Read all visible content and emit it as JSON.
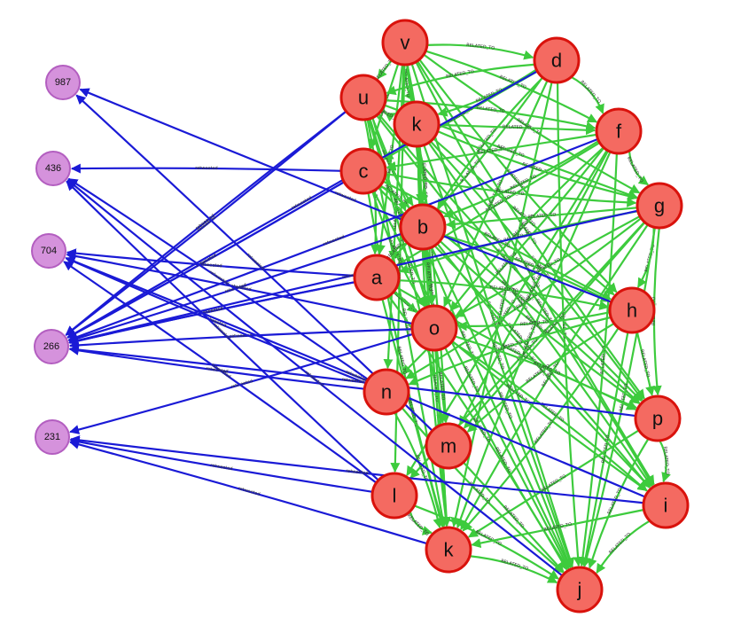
{
  "colors": {
    "related_edge": "#3dcb3d",
    "retweeted_edge": "#1a1ad6",
    "user_fill": "#f46a61",
    "user_stroke": "#d9120c",
    "tweet_fill": "#d592dc",
    "tweet_stroke": "#b35ec0",
    "background": "#ffffff"
  },
  "labels": {
    "related": "RELATED_TO",
    "retweeted": "retweeted"
  },
  "users": [
    {
      "id": "v"
    },
    {
      "id": "d"
    },
    {
      "id": "u"
    },
    {
      "id": "k1",
      "label": "k"
    },
    {
      "id": "f"
    },
    {
      "id": "c"
    },
    {
      "id": "g"
    },
    {
      "id": "b"
    },
    {
      "id": "a"
    },
    {
      "id": "h"
    },
    {
      "id": "o"
    },
    {
      "id": "n"
    },
    {
      "id": "p"
    },
    {
      "id": "m"
    },
    {
      "id": "l"
    },
    {
      "id": "i"
    },
    {
      "id": "k2",
      "label": "k"
    },
    {
      "id": "j"
    }
  ],
  "tweets": [
    {
      "id": "987"
    },
    {
      "id": "436"
    },
    {
      "id": "704"
    },
    {
      "id": "266"
    },
    {
      "id": "231"
    }
  ],
  "retweeted_edges": [
    [
      "u",
      "266"
    ],
    [
      "u",
      "266"
    ],
    [
      "c",
      "266"
    ],
    [
      "c",
      "436"
    ],
    [
      "c",
      "266"
    ],
    [
      "a",
      "266"
    ],
    [
      "a",
      "704"
    ],
    [
      "a",
      "266"
    ],
    [
      "b",
      "266"
    ],
    [
      "g",
      "266"
    ],
    [
      "f",
      "266"
    ],
    [
      "o",
      "266"
    ],
    [
      "o",
      "231"
    ],
    [
      "o",
      "704"
    ],
    [
      "n",
      "266"
    ],
    [
      "n",
      "436"
    ],
    [
      "n",
      "704"
    ],
    [
      "p",
      "266"
    ],
    [
      "l",
      "231"
    ],
    [
      "l",
      "704"
    ],
    [
      "l",
      "436"
    ],
    [
      "k2",
      "231"
    ],
    [
      "i",
      "231"
    ],
    [
      "i",
      "704"
    ],
    [
      "j",
      "436"
    ],
    [
      "d",
      "266"
    ],
    [
      "h",
      "987"
    ],
    [
      "m",
      "987"
    ]
  ],
  "related_edges": [
    [
      "v",
      "d"
    ],
    [
      "v",
      "u"
    ],
    [
      "v",
      "k1"
    ],
    [
      "v",
      "f"
    ],
    [
      "v",
      "c"
    ],
    [
      "v",
      "g"
    ],
    [
      "v",
      "b"
    ],
    [
      "v",
      "a"
    ],
    [
      "v",
      "h"
    ],
    [
      "v",
      "o"
    ],
    [
      "v",
      "n"
    ],
    [
      "v",
      "p"
    ],
    [
      "v",
      "m"
    ],
    [
      "v",
      "l"
    ],
    [
      "v",
      "i"
    ],
    [
      "v",
      "k2"
    ],
    [
      "v",
      "j"
    ],
    [
      "d",
      "u"
    ],
    [
      "d",
      "k1"
    ],
    [
      "d",
      "c"
    ],
    [
      "d",
      "b"
    ],
    [
      "d",
      "a"
    ],
    [
      "d",
      "o"
    ],
    [
      "d",
      "j"
    ],
    [
      "d",
      "f"
    ],
    [
      "d",
      "k2"
    ],
    [
      "u",
      "k1"
    ],
    [
      "u",
      "f"
    ],
    [
      "u",
      "g"
    ],
    [
      "u",
      "b"
    ],
    [
      "u",
      "a"
    ],
    [
      "u",
      "o"
    ],
    [
      "u",
      "p"
    ],
    [
      "u",
      "m"
    ],
    [
      "u",
      "k2"
    ],
    [
      "u",
      "j"
    ],
    [
      "u",
      "i"
    ],
    [
      "k1",
      "f"
    ],
    [
      "k1",
      "g"
    ],
    [
      "k1",
      "b"
    ],
    [
      "k1",
      "h"
    ],
    [
      "k1",
      "o"
    ],
    [
      "k1",
      "p"
    ],
    [
      "k1",
      "j"
    ],
    [
      "k1",
      "k2"
    ],
    [
      "k1",
      "i"
    ],
    [
      "f",
      "c"
    ],
    [
      "f",
      "g"
    ],
    [
      "f",
      "b"
    ],
    [
      "f",
      "a"
    ],
    [
      "f",
      "o"
    ],
    [
      "f",
      "n"
    ],
    [
      "f",
      "m"
    ],
    [
      "f",
      "k2"
    ],
    [
      "f",
      "j"
    ],
    [
      "f",
      "l"
    ],
    [
      "c",
      "g"
    ],
    [
      "c",
      "b"
    ],
    [
      "c",
      "h"
    ],
    [
      "c",
      "o"
    ],
    [
      "c",
      "p"
    ],
    [
      "c",
      "j"
    ],
    [
      "c",
      "k2"
    ],
    [
      "c",
      "i"
    ],
    [
      "g",
      "b"
    ],
    [
      "g",
      "a"
    ],
    [
      "g",
      "h"
    ],
    [
      "g",
      "o"
    ],
    [
      "g",
      "p"
    ],
    [
      "g",
      "n"
    ],
    [
      "g",
      "m"
    ],
    [
      "g",
      "k2"
    ],
    [
      "g",
      "j"
    ],
    [
      "g",
      "l"
    ],
    [
      "b",
      "a"
    ],
    [
      "b",
      "h"
    ],
    [
      "b",
      "o"
    ],
    [
      "b",
      "p"
    ],
    [
      "b",
      "j"
    ],
    [
      "b",
      "k2"
    ],
    [
      "b",
      "i"
    ],
    [
      "a",
      "h"
    ],
    [
      "a",
      "o"
    ],
    [
      "a",
      "p"
    ],
    [
      "a",
      "j"
    ],
    [
      "a",
      "k2"
    ],
    [
      "a",
      "i"
    ],
    [
      "h",
      "o"
    ],
    [
      "h",
      "p"
    ],
    [
      "h",
      "n"
    ],
    [
      "h",
      "k2"
    ],
    [
      "h",
      "j"
    ],
    [
      "h",
      "m"
    ],
    [
      "o",
      "p"
    ],
    [
      "o",
      "k2"
    ],
    [
      "o",
      "j"
    ],
    [
      "o",
      "i"
    ],
    [
      "o",
      "m"
    ],
    [
      "n",
      "j"
    ],
    [
      "n",
      "k2"
    ],
    [
      "p",
      "k2"
    ],
    [
      "p",
      "j"
    ],
    [
      "p",
      "i"
    ],
    [
      "m",
      "j"
    ],
    [
      "l",
      "k2"
    ],
    [
      "l",
      "j"
    ],
    [
      "i",
      "k2"
    ],
    [
      "i",
      "j"
    ],
    [
      "k2",
      "j"
    ]
  ]
}
